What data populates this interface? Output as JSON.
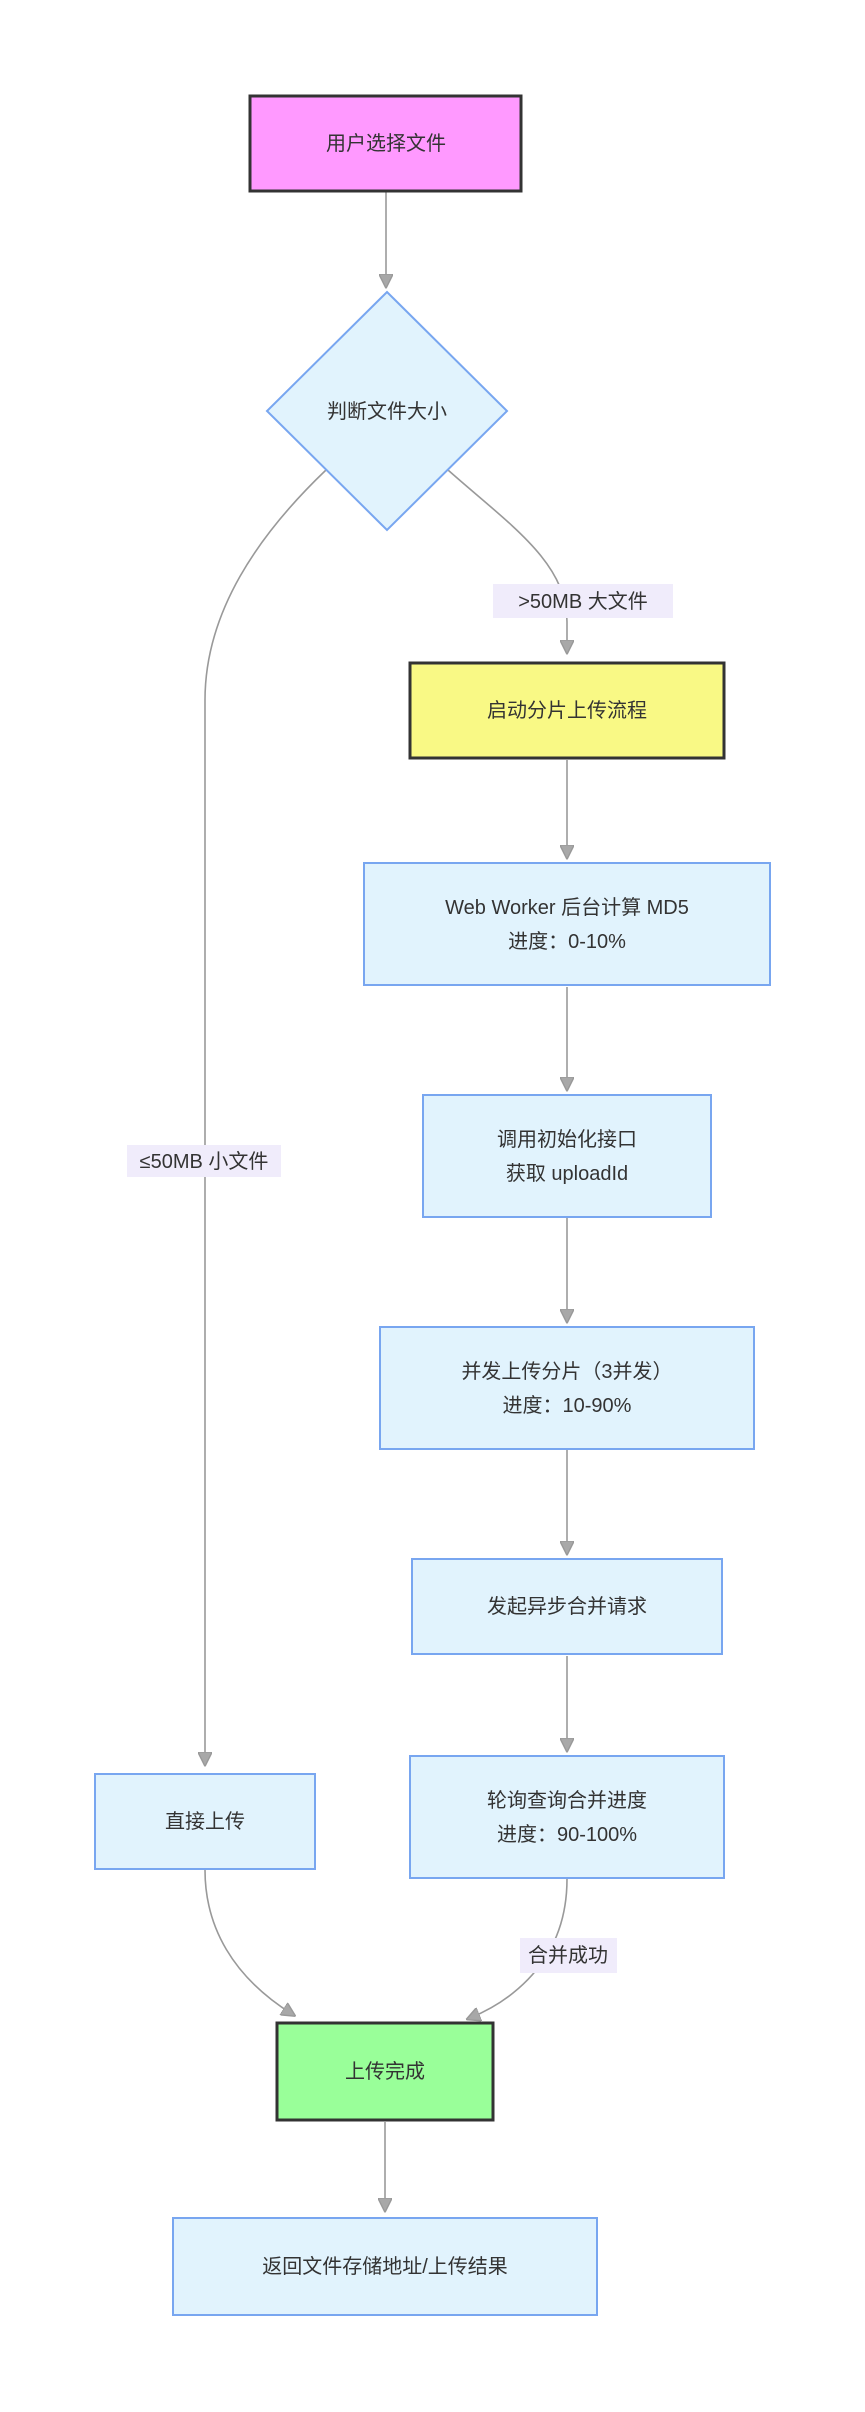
{
  "colors": {
    "node_text": "#333333",
    "edge_line": "#999999",
    "arrow_fill": "#a8a8a8",
    "label_bg": "#f0ecfb",
    "process_fill": "#e1f3fd",
    "process_stroke": "#78a6f0",
    "start_fill": "#ff99ff",
    "chunk_fill": "#f9f985",
    "done_fill": "#99ff99",
    "emphasis_stroke": "#333333"
  },
  "flowchart": {
    "nodes": {
      "start": {
        "label": "用户选择文件"
      },
      "decision": {
        "label": "判断文件大小"
      },
      "chunk_start": {
        "label": "启动分片上传流程"
      },
      "md5": {
        "line1": "Web Worker 后台计算 MD5",
        "line2": "进度：0-10%"
      },
      "init_api": {
        "line1": "调用初始化接口",
        "line2": "获取 uploadId"
      },
      "upload_chunks": {
        "line1": "并发上传分片（3并发）",
        "line2": "进度：10-90%"
      },
      "merge_request": {
        "label": "发起异步合并请求"
      },
      "poll_merge": {
        "line1": "轮询查询合并进度",
        "line2": "进度：90-100%"
      },
      "direct_upload": {
        "label": "直接上传"
      },
      "upload_done": {
        "label": "上传完成"
      },
      "return_result": {
        "label": "返回文件存储地址/上传结果"
      }
    },
    "edge_labels": {
      "big_file": ">50MB 大文件",
      "small_file": "≤50MB 小文件",
      "merge_success": "合并成功"
    }
  }
}
